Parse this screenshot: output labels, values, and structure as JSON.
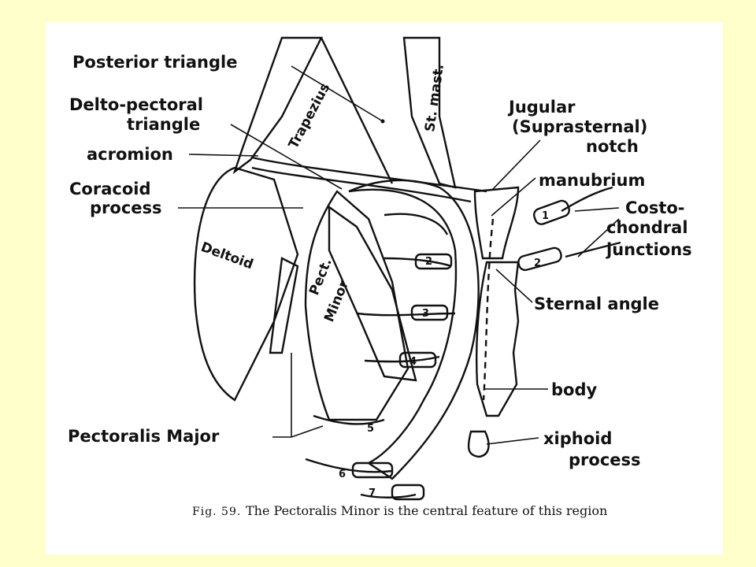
{
  "colors": {
    "slide_background": "#ffffcc",
    "panel_background": "#ffffff",
    "ink": "#111111"
  },
  "labels": {
    "posterior_triangle": "Posterior triangle",
    "delto_pectoral_line1": "Delto-pectoral",
    "delto_pectoral_line2": "triangle",
    "acromion": "acromion",
    "coracoid_line1": "Coracoid",
    "coracoid_line2": "process",
    "pectoralis_major": "Pectoralis Major",
    "jugular_line1": "Jugular",
    "jugular_line2": "(Suprasternal)",
    "jugular_line3": "notch",
    "manubrium": "manubrium",
    "costo_line1": "Costo-",
    "costo_line2": "chondral",
    "costo_line3": "junctions",
    "sternal_angle": "Sternal angle",
    "body": "body",
    "xiphoid_line1": "xiphoid",
    "xiphoid_line2": "process"
  },
  "muscles": {
    "trapezius": "Trapezius",
    "st_mast": "St. mast.",
    "deltoid": "Deltoid",
    "pect": "Pect.",
    "minor": "Minor"
  },
  "ribs": [
    "1",
    "2",
    "3",
    "4",
    "5",
    "6",
    "7"
  ],
  "caption": {
    "fig_label": "Fig. 59.",
    "text": "The Pectoralis Minor is the central feature of this region"
  }
}
